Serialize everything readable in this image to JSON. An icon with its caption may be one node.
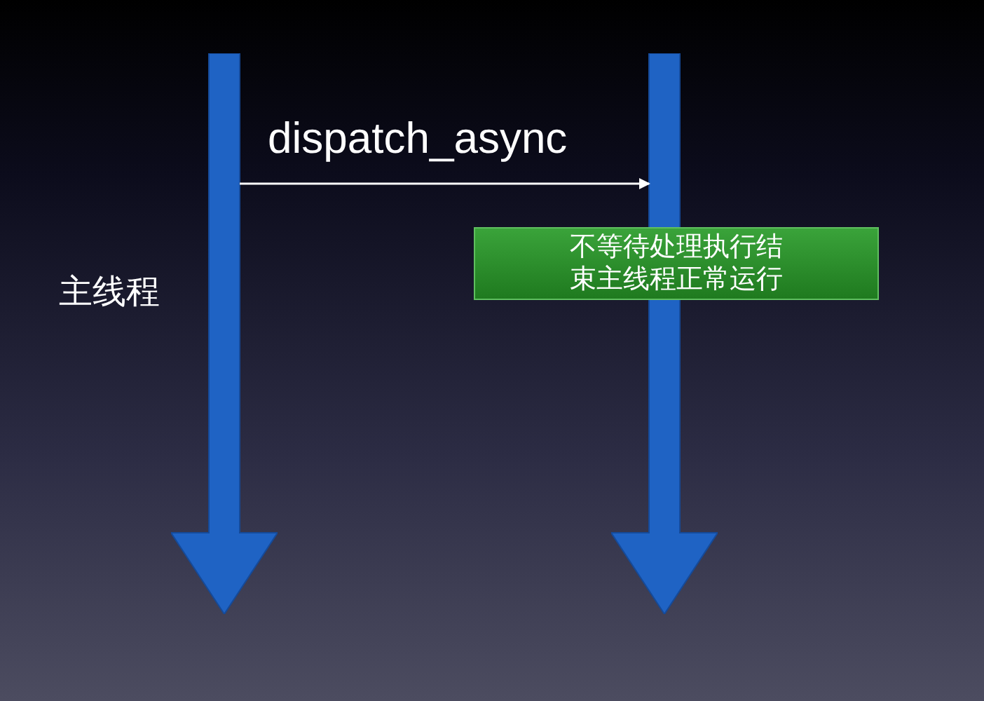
{
  "diagram": {
    "nodes": [
      {
        "text": [],
        "shape": "arrow",
        "beside": [
          "主线程"
        ]
      },
      {
        "text": [],
        "shape": "arrow"
      },
      {
        "text": [
          "不等待处理执行结束主线程正常运行"
        ]
      }
    ],
    "edges": [
      {
        "from": 0,
        "to": 1,
        "arrow": "to",
        "label": "dispatch_async"
      }
    ]
  }
}
